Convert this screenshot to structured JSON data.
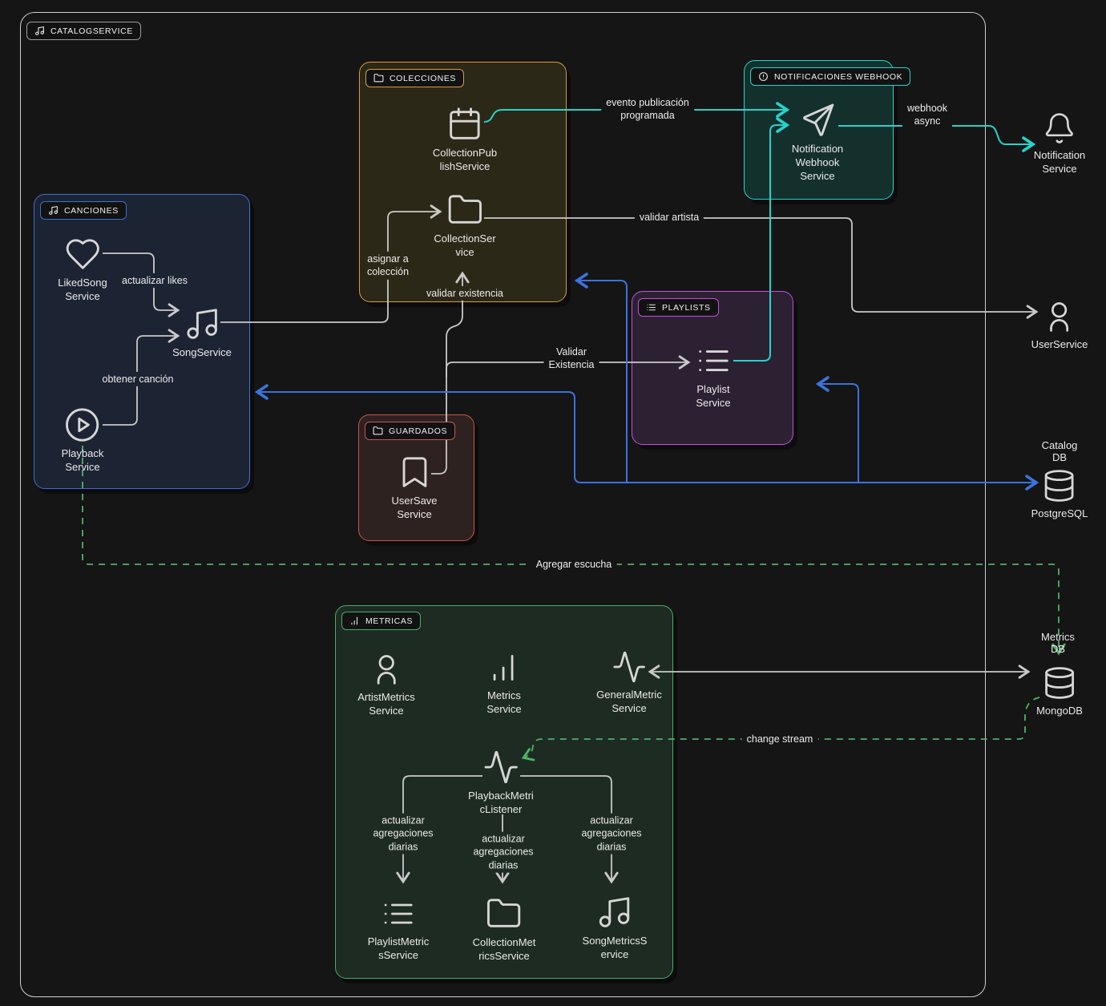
{
  "root": {
    "label": "CATALOGSERVICE"
  },
  "groups": {
    "colecciones": {
      "label": "COLECCIONES"
    },
    "notificaciones": {
      "label": "NOTIFICACIONES WEBHOOK"
    },
    "canciones": {
      "label": "CANCIONES"
    },
    "playlists": {
      "label": "PLAYLISTS"
    },
    "guardados": {
      "label": "GUARDADOS"
    },
    "metricas": {
      "label": "METRICAS"
    }
  },
  "nodes": {
    "collection_publish": {
      "label": "CollectionPub\nlishService"
    },
    "collection_service": {
      "label": "CollectionSer\nvice"
    },
    "notification_webhook": {
      "label": "Notification\nWebhook\nService"
    },
    "notification_service": {
      "label": "Notification\nService"
    },
    "liked_song": {
      "label": "LikedSong\nService"
    },
    "song_service": {
      "label": "SongService"
    },
    "playback": {
      "label": "Playback\nService"
    },
    "playlist_service": {
      "label": "Playlist\nService"
    },
    "usersave": {
      "label": "UserSave\nService"
    },
    "user_service": {
      "label": "UserService"
    },
    "catalog_db": {
      "title": "Catalog DB",
      "label": "PostgreSQL"
    },
    "metrics_db": {
      "title": "Metrics DB",
      "label": "MongoDB"
    },
    "artist_metrics": {
      "label": "ArtistMetrics\nService"
    },
    "metrics_service": {
      "label": "Metrics\nService"
    },
    "general_metric": {
      "label": "GeneralMetric\nService"
    },
    "playback_listener": {
      "label": "PlaybackMetri\ncListener"
    },
    "playlist_metrics": {
      "label": "PlaylistMetric\nsService"
    },
    "collection_metrics": {
      "label": "CollectionMet\nricsService"
    },
    "song_metrics": {
      "label": "SongMetricsS\nervice"
    }
  },
  "edge_labels": {
    "actualizar_likes": "actualizar likes",
    "obtener_cancion": "obtener canción",
    "asignar_coleccion": "asignar a\ncolección",
    "validar_existencia": "validar existencia",
    "validar_artista": "validar artista",
    "validar_existencia_playlist": "Validar\nExistencia",
    "evento_publicacion": "evento publicación\nprogramada",
    "webhook_async": "webhook\nasync",
    "agregar_escucha": "Agregar escucha",
    "change_stream": "change stream",
    "agg_left": "actualizar\nagregaciones\ndiarias",
    "agg_center": "actualizar\nagregaciones\ndiarias",
    "agg_right": "actualizar\nagregaciones\ndiarias"
  },
  "colors": {
    "background": "#151515",
    "outer_border": "#cfcfcf",
    "line_white": "#c9c9c9",
    "line_blue": "#3c73dd",
    "line_teal": "#26d4ca",
    "line_green": "#4fb264",
    "colecciones_accent": "#d79b3f",
    "notificaciones_accent": "#27d3cb",
    "canciones_accent": "#3d6fd6",
    "playlists_accent": "#c44fdd",
    "guardados_accent": "#c95550",
    "metricas_accent": "#47ad68"
  }
}
